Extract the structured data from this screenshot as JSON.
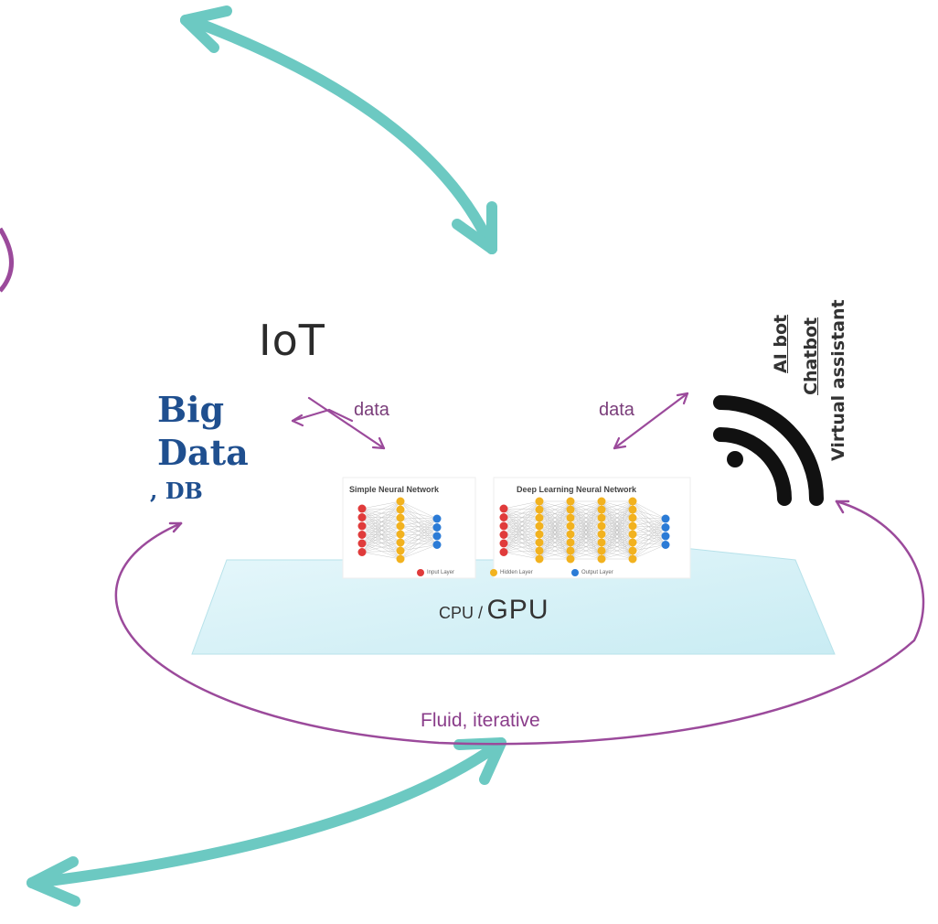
{
  "iot_label": "IoT",
  "big_data": {
    "line1": "Big",
    "line2": "Data",
    "line3": ", DB"
  },
  "data_left": "data",
  "data_right": "data",
  "ai_labels": {
    "first": "AI bot",
    "second": "Chatbot",
    "third": "Virtual assistant"
  },
  "cpu_gpu": {
    "small": "CPU /",
    "big": "GPU"
  },
  "loop_label": "Fluid, iterative",
  "nn_simple_title": "Simple Neural Network",
  "nn_deep_title": "Deep Learning Neural Network",
  "nn_legend": {
    "input": "Input Layer",
    "hidden": "Hidden Layer",
    "output": "Output Layer"
  },
  "colors": {
    "teal": "#6cc9c2",
    "purple": "#9b4a9b",
    "navy": "#1f4f8f",
    "gpu_fill": "#d6f0f7",
    "node_red": "#e03b3b",
    "node_yellow": "#f2b21f",
    "node_blue": "#2b7bd6"
  },
  "icons": {
    "wifi": "wifi-signal-icon"
  }
}
